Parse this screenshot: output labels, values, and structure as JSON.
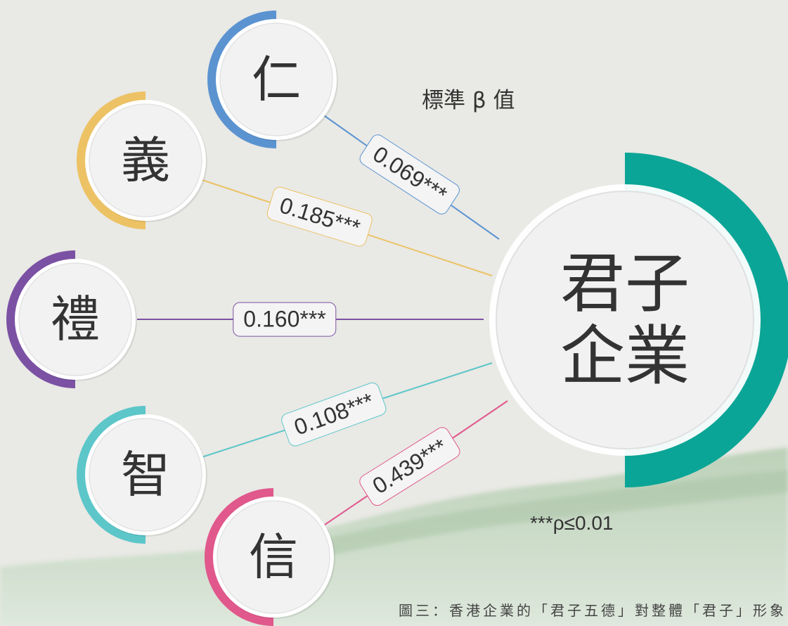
{
  "target": {
    "label_line1": "君子",
    "label_line2": "企業",
    "accent": "#0aa596"
  },
  "predictors": [
    {
      "id": "ren",
      "label": "仁",
      "coefficient": "0.069***",
      "color": "#5b93d1"
    },
    {
      "id": "yi",
      "label": "義",
      "coefficient": "0.185***",
      "color": "#ecc265"
    },
    {
      "id": "li",
      "label": "禮",
      "coefficient": "0.160***",
      "color": "#7b51a4"
    },
    {
      "id": "zhi",
      "label": "智",
      "coefficient": "0.108***",
      "color": "#5cc6c9"
    },
    {
      "id": "xin",
      "label": "信",
      "coefficient": "0.439***",
      "color": "#e0588c"
    }
  ],
  "legend_title": "標準 β 值",
  "significance_note": "***ρ≤0.01",
  "caption": "圖三：香港企業的「君子五德」對整體「君子」形象"
}
